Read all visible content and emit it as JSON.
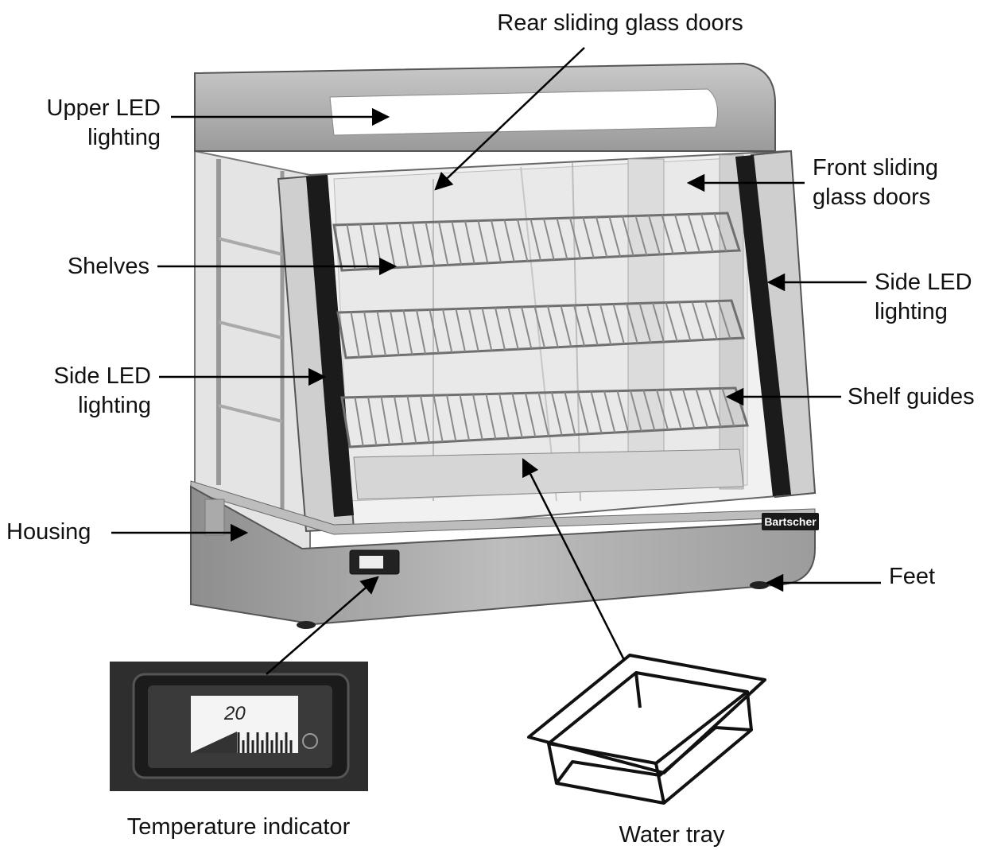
{
  "labels": {
    "rear_doors": "Rear sliding glass doors",
    "upper_led": [
      "Upper LED",
      "lighting"
    ],
    "front_doors": [
      "Front sliding",
      "glass doors"
    ],
    "shelves": "Shelves",
    "side_led_right": [
      "Side LED",
      "lighting"
    ],
    "side_led_left": [
      "Side LED",
      "lighting"
    ],
    "shelf_guides": "Shelf guides",
    "housing": "Housing",
    "feet": "Feet",
    "temperature_indicator": "Temperature indicator",
    "water_tray": "Water tray"
  },
  "brand": "Bartscher",
  "gauge_reading": "20"
}
